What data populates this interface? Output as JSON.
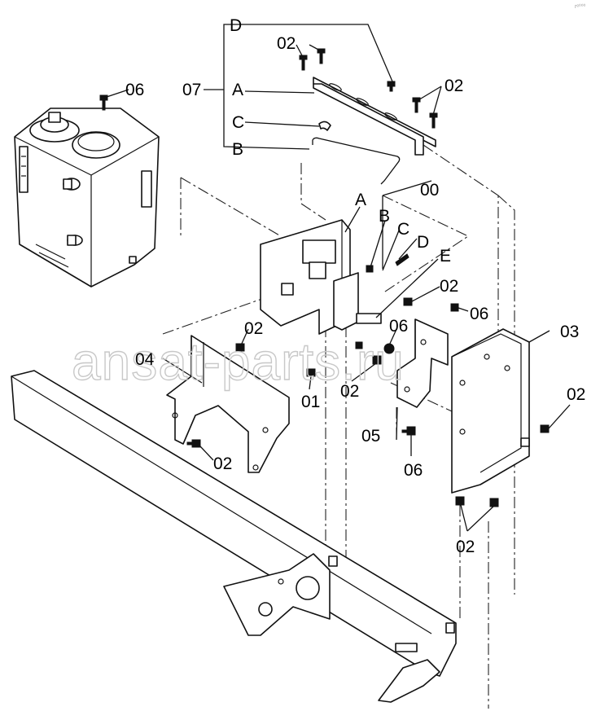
{
  "diagram": {
    "watermark": "ansat-parts.ru",
    "corner_mark": "rᵉ⁰⁰⁰",
    "callouts": {
      "c_D_top": "D",
      "c_02_a": "02",
      "c_06_tank": "06",
      "c_07": "07",
      "c_A_left": "A",
      "c_02_b": "02",
      "c_C_left": "C",
      "c_B_left": "B",
      "c_00": "00",
      "c_A_mid": "A",
      "c_B_mid": "B",
      "c_C_mid": "C",
      "c_D_mid": "D",
      "c_E": "E",
      "c_02_c": "02",
      "c_06_b": "06",
      "c_06_c": "06",
      "c_02_d": "02",
      "c_03": "03",
      "c_04": "04",
      "c_01": "01",
      "c_02_e": "02",
      "c_02_f": "02",
      "c_05": "05",
      "c_02_g": "02",
      "c_06_d": "06",
      "c_02_h": "02"
    }
  }
}
